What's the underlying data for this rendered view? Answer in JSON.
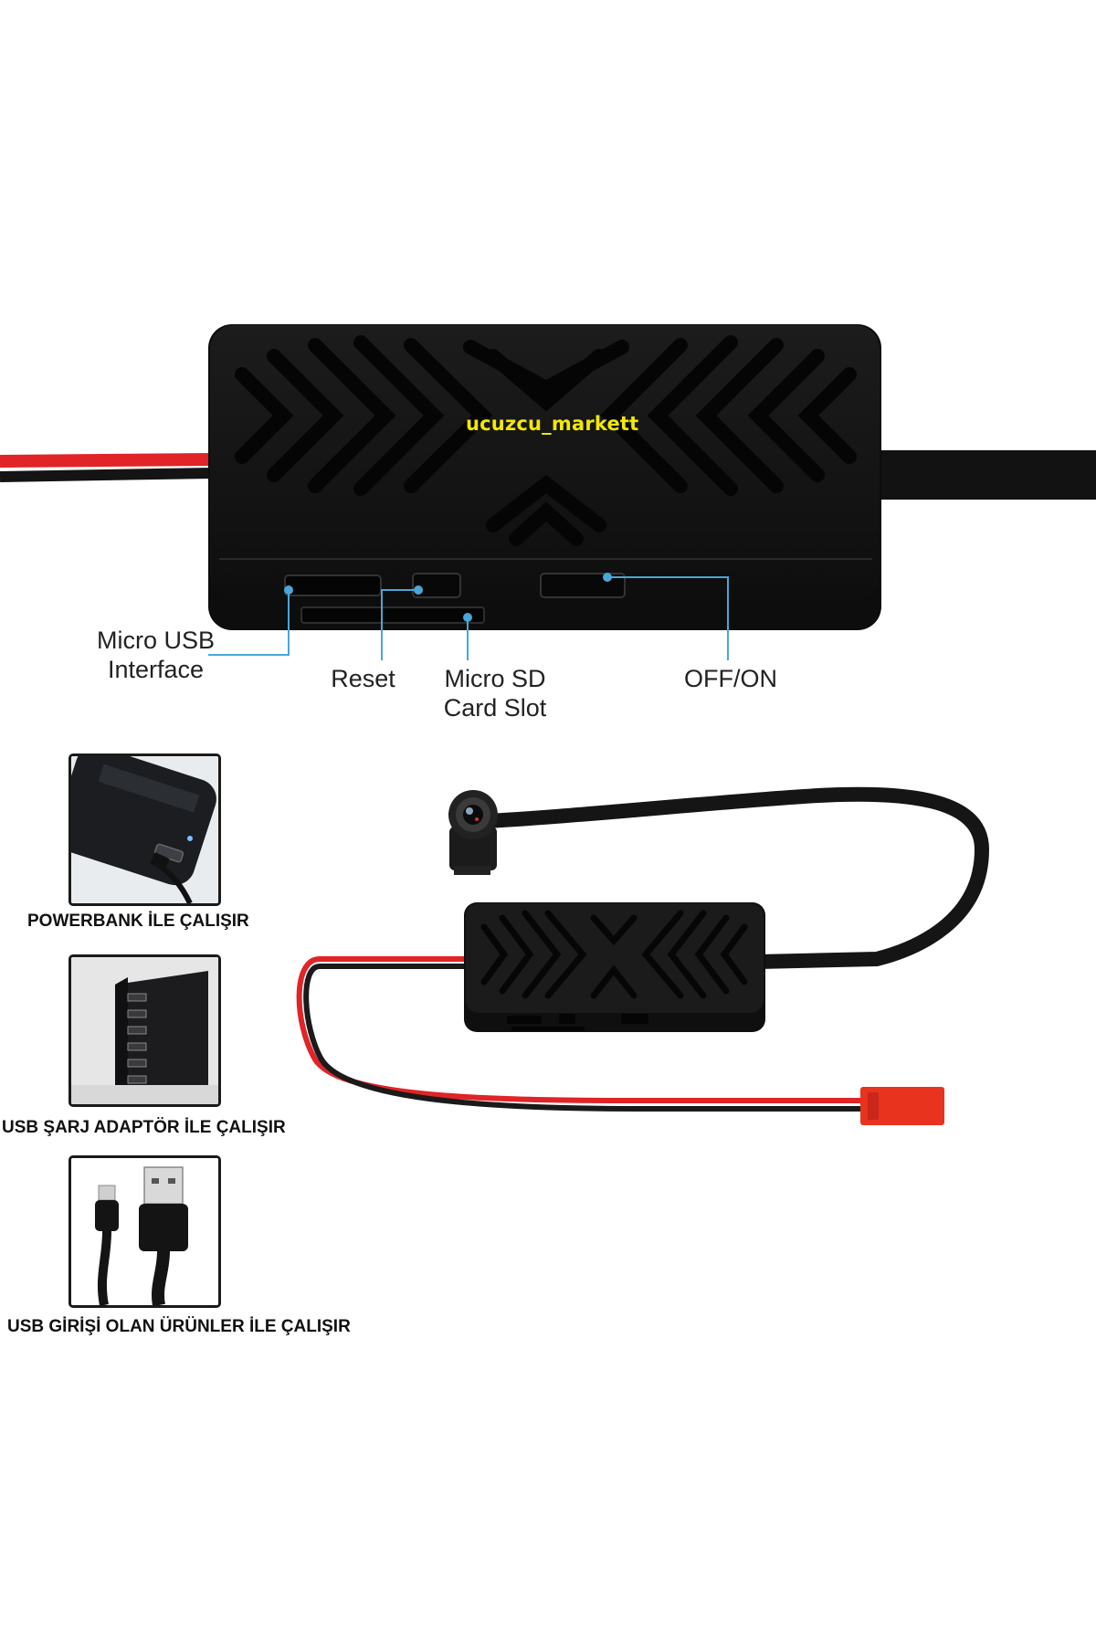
{
  "watermark": {
    "text": "ucuzcu_markett",
    "color": "#f2e900"
  },
  "callouts": {
    "micro_usb": {
      "line1": "Micro USB",
      "line2": "Interface"
    },
    "reset": {
      "line1": "Reset"
    },
    "micro_sd": {
      "line1": "Micro SD",
      "line2": "Card Slot"
    },
    "off_on": {
      "line1": "OFF/ON"
    }
  },
  "power_options": [
    {
      "caption": "POWERBANK İLE ÇALIŞIR",
      "icon": "powerbank-icon"
    },
    {
      "caption": "USB ŞARJ ADAPTÖR İLE ÇALIŞIR",
      "icon": "usb-charger-icon"
    },
    {
      "caption": "USB GİRİŞİ OLAN ÜRÜNLER İLE ÇALIŞIR",
      "icon": "usb-cable-icon"
    }
  ],
  "colors": {
    "device": "#151515",
    "wire_red": "#e02427",
    "connector": "#e8331f",
    "callout_line": "#4aa6d8"
  }
}
